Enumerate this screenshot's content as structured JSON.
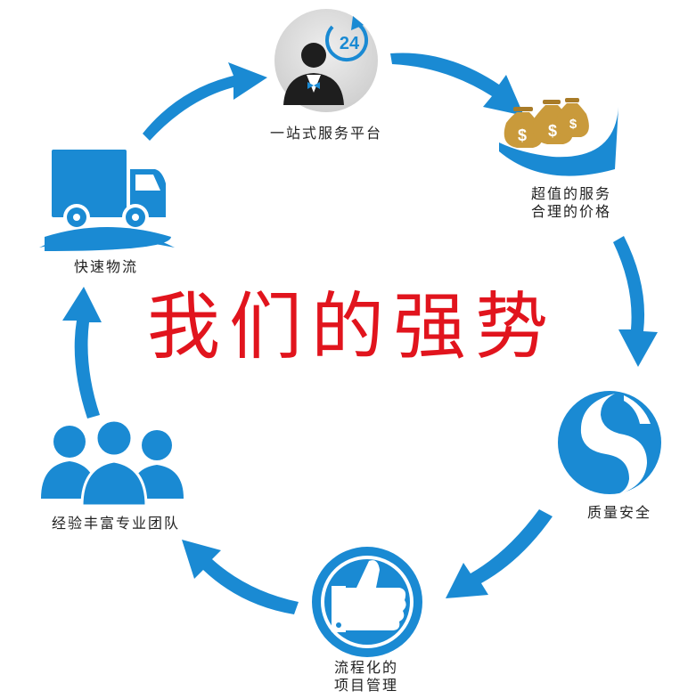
{
  "title": "我们的强势",
  "colors": {
    "primary": "#1a8ad3",
    "title": "#e1141d",
    "gold": "#c99a3b",
    "gray": "#d9d9d9"
  },
  "nodes": {
    "platform": {
      "icon": "service-agent-24h-icon",
      "badge": "24",
      "label": "一站式服务平台"
    },
    "price": {
      "icon": "money-bags-icon",
      "line1": "超值的服务",
      "line2": "合理的价格"
    },
    "quality": {
      "icon": "quality-logo-icon",
      "label": "质量安全"
    },
    "process": {
      "icon": "thumbs-up-icon",
      "line1": "流程化的",
      "line2": "项目管理"
    },
    "team": {
      "icon": "team-people-icon",
      "label": "经验丰富专业团队"
    },
    "logistics": {
      "icon": "delivery-truck-icon",
      "label": "快速物流"
    }
  }
}
